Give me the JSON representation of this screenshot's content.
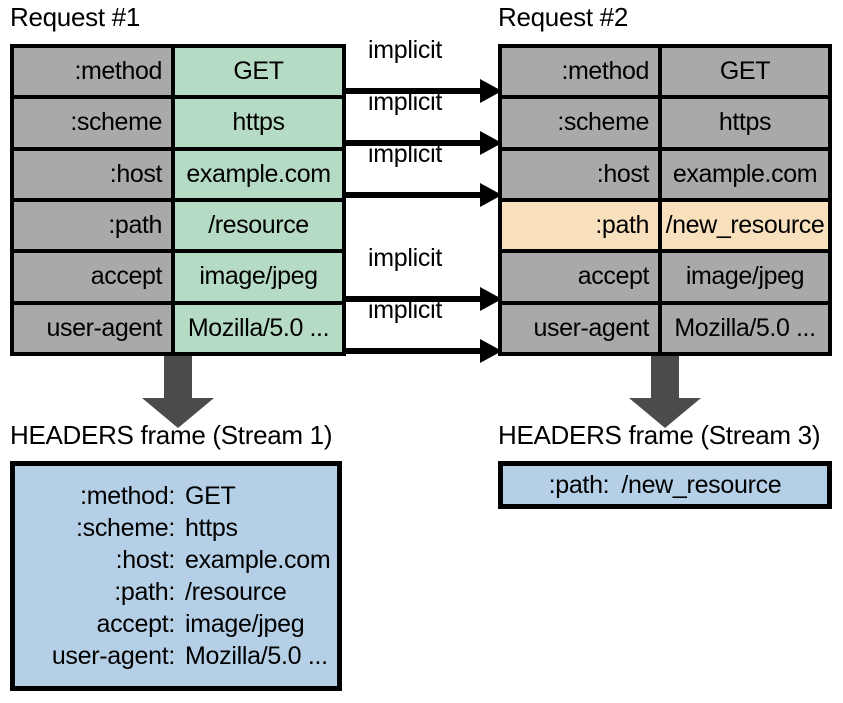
{
  "colors": {
    "gray_fill": "#a9a9a9",
    "green_fill": "#b6dbc5",
    "peach_fill": "#f9e0bd",
    "blue_fill": "#b4cfe6",
    "arrow_gray": "#4b4b4b",
    "outline": "#000000"
  },
  "request1": {
    "title": "Request #1",
    "rows": [
      {
        "name": ":method",
        "value": "GET",
        "highlight": "green"
      },
      {
        "name": ":scheme",
        "value": "https",
        "highlight": "green"
      },
      {
        "name": ":host",
        "value": "example.com",
        "highlight": "green"
      },
      {
        "name": ":path",
        "value": "/resource",
        "highlight": "green"
      },
      {
        "name": "accept",
        "value": "image/jpeg",
        "highlight": "green"
      },
      {
        "name": "user-agent",
        "value": "Mozilla/5.0 ...",
        "highlight": "green"
      }
    ]
  },
  "request2": {
    "title": "Request #2",
    "rows": [
      {
        "name": ":method",
        "value": "GET",
        "highlight": "gray"
      },
      {
        "name": ":scheme",
        "value": "https",
        "highlight": "gray"
      },
      {
        "name": ":host",
        "value": "example.com",
        "highlight": "gray"
      },
      {
        "name": ":path",
        "value": "/new_resource",
        "highlight": "peach"
      },
      {
        "name": "accept",
        "value": "image/jpeg",
        "highlight": "gray"
      },
      {
        "name": "user-agent",
        "value": "Mozilla/5.0 ...",
        "highlight": "gray"
      }
    ]
  },
  "implicit_arrows": [
    {
      "label": "implicit",
      "from_row": ":method"
    },
    {
      "label": "implicit",
      "from_row": ":scheme"
    },
    {
      "label": "implicit",
      "from_row": ":host"
    },
    {
      "label": "implicit",
      "from_row": "accept"
    },
    {
      "label": "implicit",
      "from_row": "user-agent"
    }
  ],
  "frame1": {
    "title": "HEADERS frame (Stream 1)",
    "lines": [
      {
        "key": ":method:",
        "value": "GET"
      },
      {
        "key": ":scheme:",
        "value": "https"
      },
      {
        "key": ":host:",
        "value": "example.com"
      },
      {
        "key": ":path:",
        "value": "/resource"
      },
      {
        "key": "accept:",
        "value": "image/jpeg"
      },
      {
        "key": "user-agent:",
        "value": "Mozilla/5.0 ..."
      }
    ]
  },
  "frame2": {
    "title": "HEADERS frame (Stream 3)",
    "lines": [
      {
        "key": ":path:",
        "value": "/new_resource"
      }
    ]
  }
}
